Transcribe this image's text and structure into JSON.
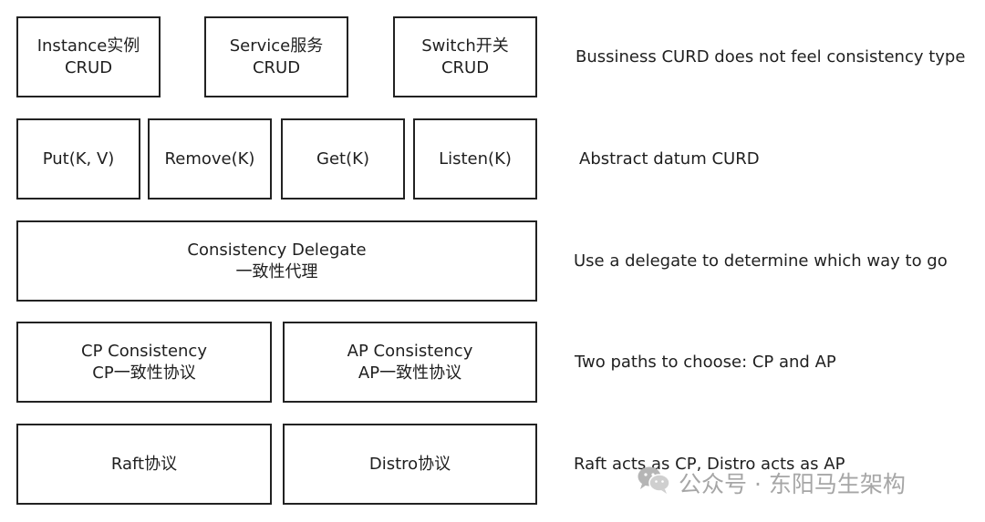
{
  "layers": [
    {
      "boxes": [
        {
          "lines": [
            "Instance实例",
            "CRUD"
          ]
        },
        {
          "lines": [
            "Service服务",
            "CRUD"
          ]
        },
        {
          "lines": [
            "Switch开关",
            "CRUD"
          ]
        }
      ],
      "note": "Bussiness CURD does not feel consistency type"
    },
    {
      "boxes": [
        {
          "lines": [
            "Put(K, V)"
          ]
        },
        {
          "lines": [
            "Remove(K)"
          ]
        },
        {
          "lines": [
            "Get(K)"
          ]
        },
        {
          "lines": [
            "Listen(K)"
          ]
        }
      ],
      "note": "Abstract datum CURD"
    },
    {
      "boxes": [
        {
          "lines": [
            "Consistency Delegate",
            "一致性代理"
          ]
        }
      ],
      "note": "Use a delegate to determine which way to go"
    },
    {
      "boxes": [
        {
          "lines": [
            "CP Consistency",
            "CP一致性协议"
          ]
        },
        {
          "lines": [
            "AP Consistency",
            "AP一致性协议"
          ]
        }
      ],
      "note": "Two paths to choose: CP and AP"
    },
    {
      "boxes": [
        {
          "lines": [
            "Raft协议"
          ]
        },
        {
          "lines": [
            "Distro协议"
          ]
        }
      ],
      "note": "Raft acts as CP, Distro acts as AP"
    }
  ],
  "watermark": {
    "text": "公众号 · 东阳马生架构",
    "icon": "wechat-icon"
  }
}
